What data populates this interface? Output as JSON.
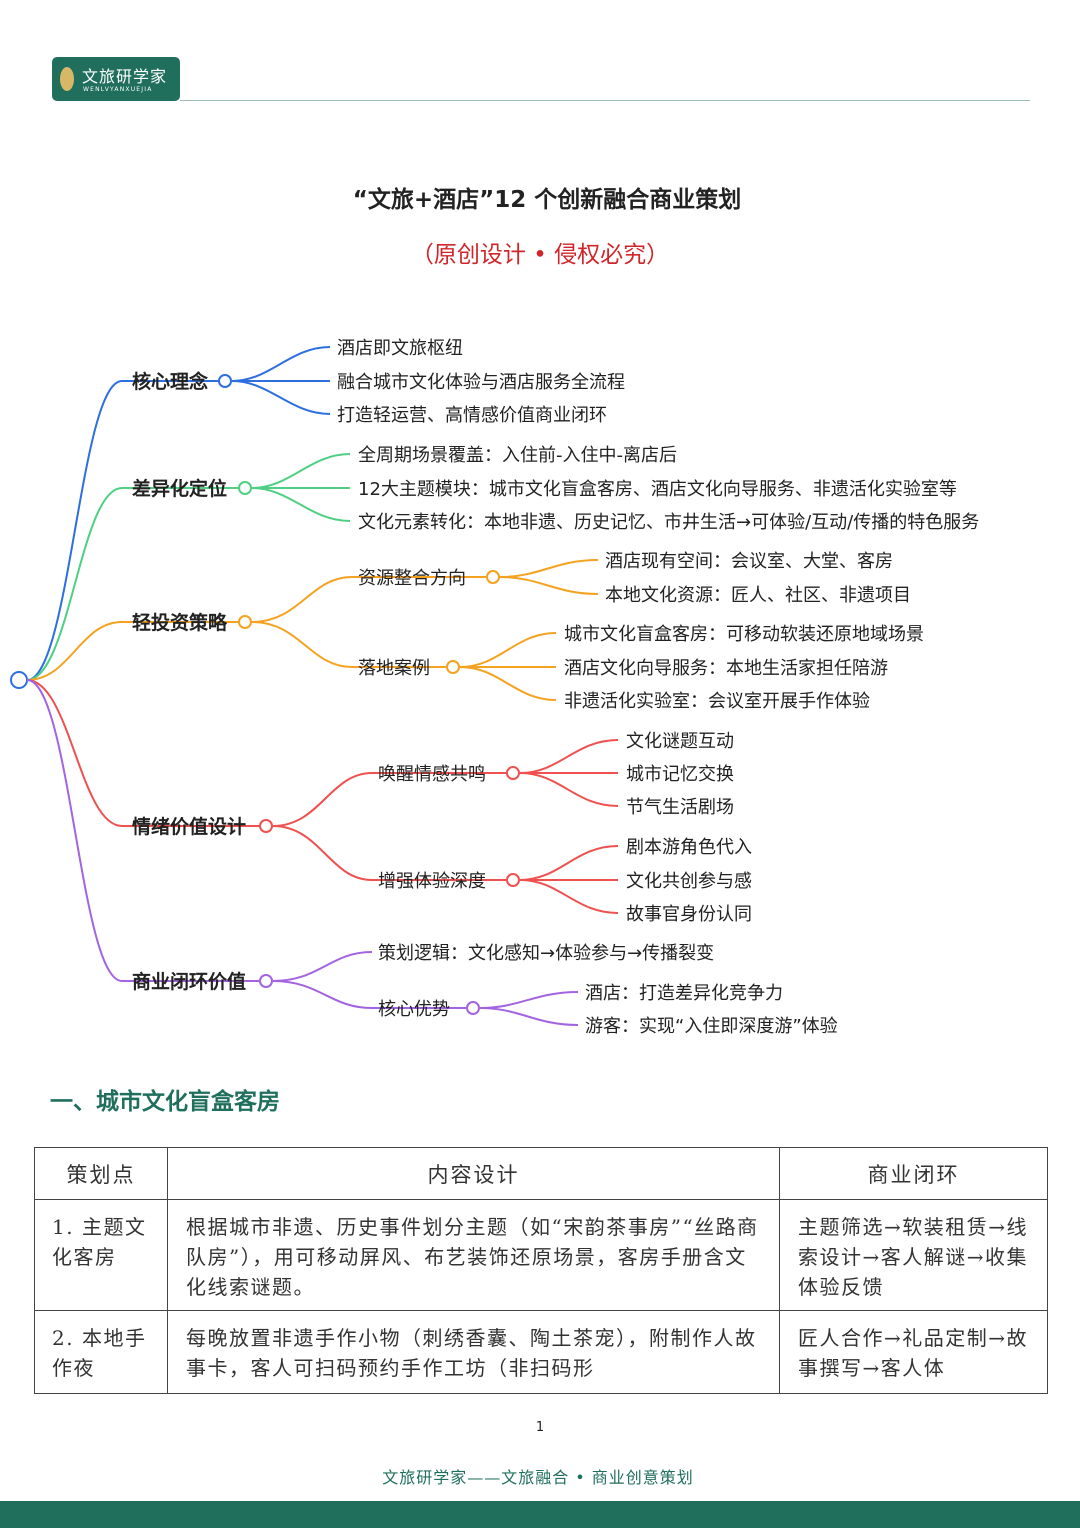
{
  "header": {
    "logo_name": "文旅研学家",
    "logo_pinyin": "WENLVYANXUEJIA"
  },
  "doc": {
    "title": "“文旅+酒店”12 个创新融合商业策划",
    "subtitle": "（原创设计 • 侵权必究）"
  },
  "mindmap": {
    "core": {
      "label": "核心理念",
      "items": [
        "酒店即文旅枢纽",
        "融合城市文化体验与酒店服务全流程",
        "打造轻运营、高情感价值商业闭环"
      ]
    },
    "diff": {
      "label": "差异化定位",
      "items": [
        "全周期场景覆盖：入住前-入住中-离店后",
        "12大主题模块：城市文化盲盒客房、酒店文化向导服务、非遗活化实验室等",
        "文化元素转化：本地非遗、历史记忆、市井生活→可体验/互动/传播的特色服务"
      ]
    },
    "light": {
      "label": "轻投资策略",
      "resource": {
        "label": "资源整合方向",
        "items": [
          "酒店现有空间：会议室、大堂、客房",
          "本地文化资源：匠人、社区、非遗项目"
        ]
      },
      "cases": {
        "label": "落地案例",
        "items": [
          "城市文化盲盒客房：可移动软装还原地域场景",
          "酒店文化向导服务：本地生活家担任陪游",
          "非遗活化实验室：会议室开展手作体验"
        ]
      }
    },
    "emotion": {
      "label": "情绪价值设计",
      "awaken": {
        "label": "唤醒情感共鸣",
        "items": [
          "文化谜题互动",
          "城市记忆交换",
          "节气生活剧场"
        ]
      },
      "deepen": {
        "label": "增强体验深度",
        "items": [
          "剧本游角色代入",
          "文化共创参与感",
          "故事官身份认同"
        ]
      }
    },
    "closed": {
      "label": "商业闭环价值",
      "logic": "策划逻辑：文化感知→体验参与→传播裂变",
      "advantage": {
        "label": "核心优势",
        "items": [
          "酒店：打造差异化竞争力",
          "游客：实现“入住即深度游”体验"
        ]
      }
    }
  },
  "section": {
    "title": "一、城市文化盲盒客房"
  },
  "table": {
    "headers": [
      "策划点",
      "内容设计",
      "商业闭环"
    ],
    "rows": [
      {
        "point": "1. 主题文化客房",
        "content": "根据城市非遗、历史事件划分主题（如“宋韵茶事房”“丝路商队房”），用可移动屏风、布艺装饰还原场景，客房手册含文化线索谜题。",
        "loop": "主题筛选→软装租赁→线索设计→客人解谜→收集体验反馈"
      },
      {
        "point": "2. 本地手作夜",
        "content": "每晚放置非遗手作小物（刺绣香囊、陶土茶宠），附制作人故事卡，客人可扫码预约手作工坊（非扫码形",
        "loop": "匠人合作→礼品定制→故事撰写→客人体"
      }
    ]
  },
  "footer": {
    "page_number": "1",
    "text": "文旅研学家——文旅融合 • 商业创意策划"
  },
  "colors": {
    "brand": "#1f6f5c",
    "accent_red": "#d2252a",
    "branch_blue": "#2d6fe0",
    "branch_green": "#4fcf83",
    "branch_orange": "#f4a21f",
    "branch_red": "#ef5050",
    "branch_purple": "#a264e0"
  }
}
